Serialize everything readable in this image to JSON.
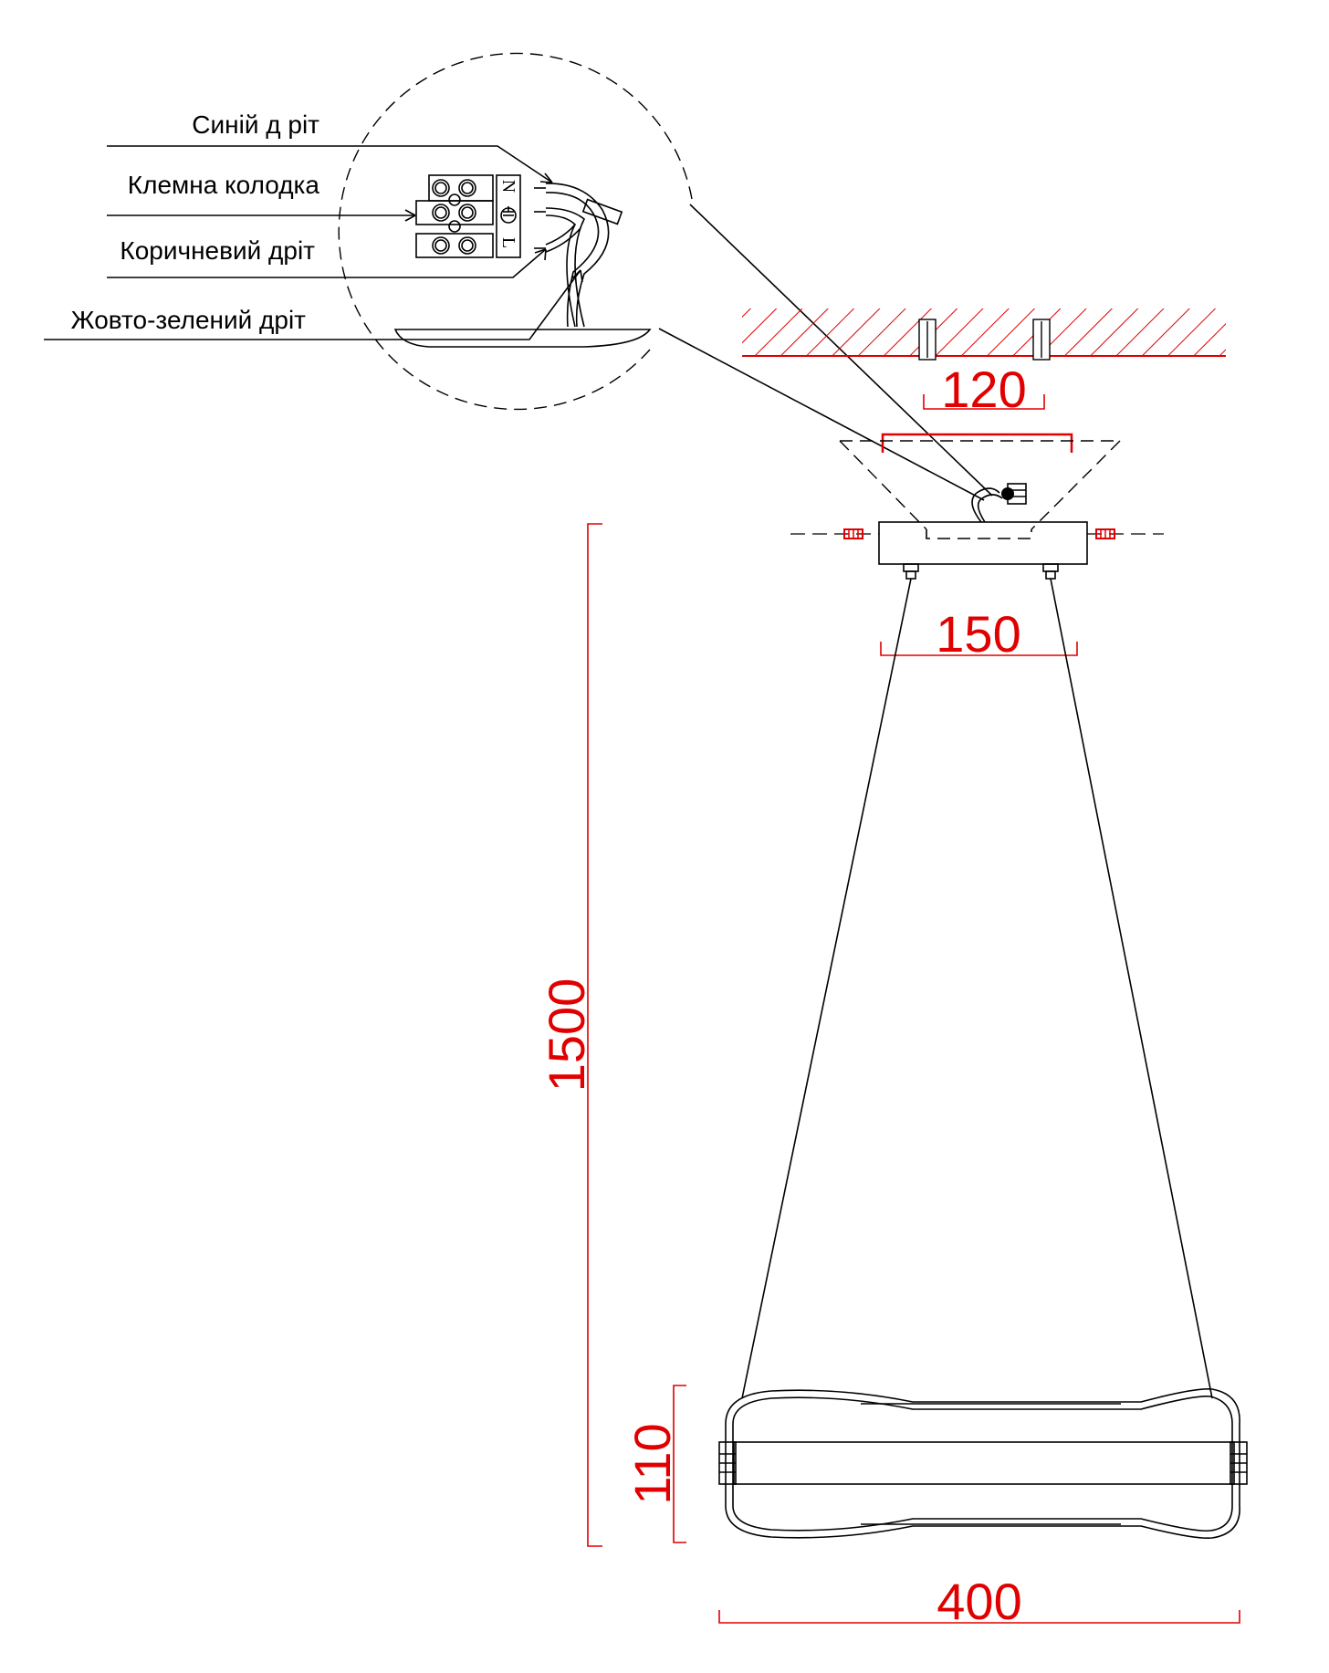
{
  "callouts": {
    "blue_wire": "Синій д ріт",
    "terminal_block": "Клемна колодка",
    "brown_wire": "Коричневий дріт",
    "yellow_green_wire": "Жовто-зелений дріт"
  },
  "terminal_marks": {
    "neutral": "N",
    "live": "L"
  },
  "dimensions": {
    "mount_spacing": "120",
    "canopy_width": "150",
    "suspension_height": "1500",
    "lamp_height": "110",
    "lamp_width": "400"
  },
  "colors": {
    "dimension": "#e00000",
    "line": "#000000"
  }
}
